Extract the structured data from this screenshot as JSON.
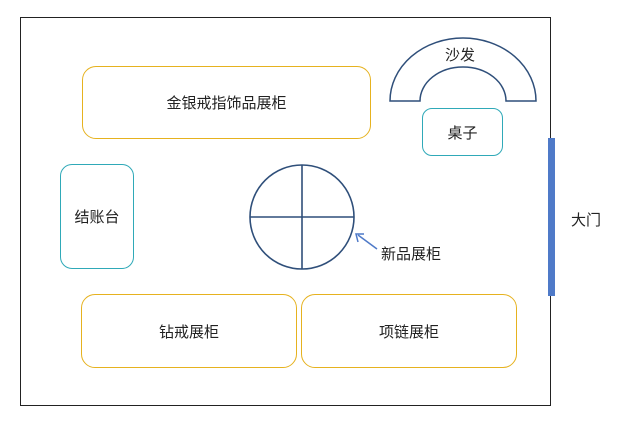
{
  "labels": {
    "jewelry_cabinet": "金银戒指饰品展柜",
    "checkout": "结账台",
    "ring_cabinet": "钻戒展柜",
    "necklace_cabinet": "项链展柜",
    "sofa": "沙发",
    "table": "桌子",
    "new_cabinet": "新品展柜",
    "gate": "大门"
  },
  "colors": {
    "outline": "#222222",
    "cabinet_border": "#e6b21f",
    "furniture_border": "#2fa9b8",
    "dark_blue": "#2f4f7a",
    "door": "#4f7ac8"
  }
}
